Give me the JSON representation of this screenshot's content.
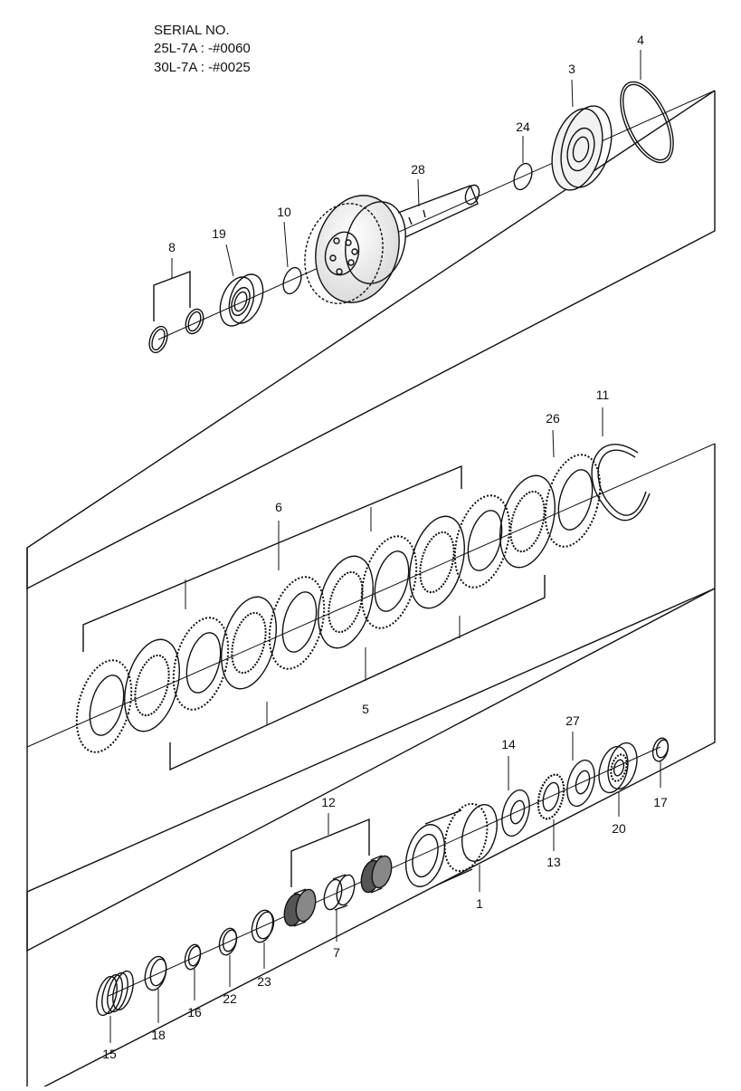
{
  "serial": {
    "title": "SERIAL NO.",
    "line1": "25L-7A : -#0060",
    "line2": "30L-7A : -#0025"
  },
  "callouts": {
    "c1": "1",
    "c3": "3",
    "c4": "4",
    "c5": "5",
    "c6": "6",
    "c7": "7",
    "c8": "8",
    "c10": "10",
    "c11": "11",
    "c12": "12",
    "c13": "13",
    "c14": "14",
    "c15": "15",
    "c16": "16",
    "c17": "17",
    "c18": "18",
    "c19": "19",
    "c20": "20",
    "c22": "22",
    "c23": "23",
    "c24": "24",
    "c26": "26",
    "c27": "27",
    "c28": "28"
  }
}
